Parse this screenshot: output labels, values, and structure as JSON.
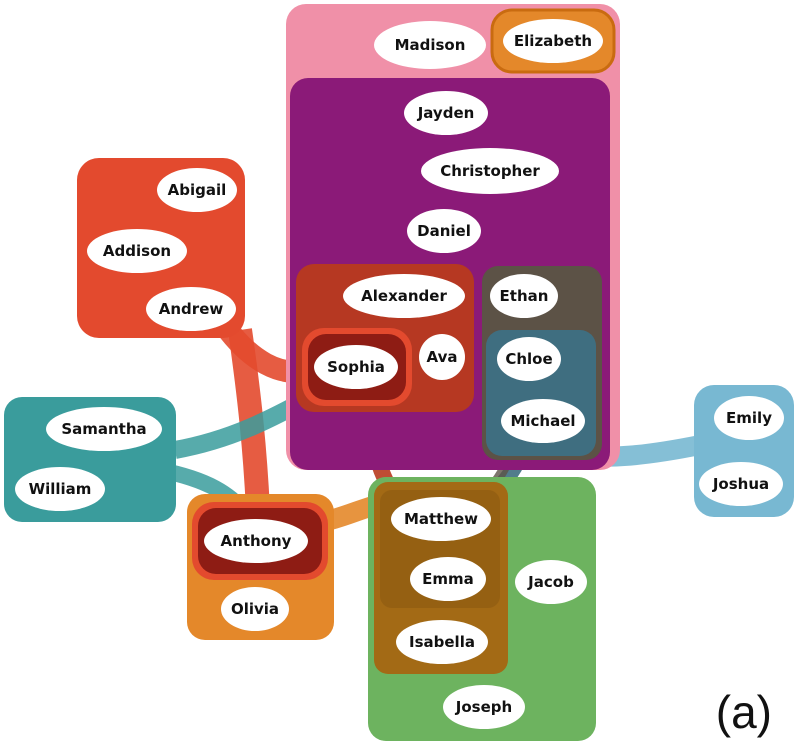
{
  "panel_label": "(a)",
  "colors": {
    "pink": "#F090A8",
    "purple": "#8B1A78",
    "orange_red": "#E34A2E",
    "brick": "#B83A1E",
    "dark_olive": "#5C5246",
    "slate_teal": "#3F6E80",
    "teal": "#3A9C9C",
    "orange": "#E4882A",
    "dark_red": "#8E1C14",
    "green": "#6DB35F",
    "brown": "#A36A15",
    "light_blue": "#78B8D2",
    "node_fill": "#FFFFFF"
  },
  "sets": [
    {
      "id": "pink-set",
      "members": [
        "Madison",
        "Elizabeth",
        "Jayden",
        "Christopher",
        "Daniel",
        "Alexander",
        "Ava",
        "Ethan",
        "Chloe",
        "Michael"
      ]
    },
    {
      "id": "elizabeth-set",
      "members": [
        "Elizabeth"
      ]
    },
    {
      "id": "purple-set",
      "members": [
        "Jayden",
        "Christopher",
        "Daniel",
        "Alexander",
        "Ava",
        "Ethan",
        "Chloe",
        "Michael"
      ]
    },
    {
      "id": "red-set",
      "members": [
        "Abigail",
        "Addison",
        "Andrew",
        "Sophia",
        "Anthony"
      ]
    },
    {
      "id": "brick-set",
      "members": [
        "Alexander",
        "Ava",
        "Sophia",
        "Matthew"
      ]
    },
    {
      "id": "olive-set",
      "members": [
        "Ethan",
        "Chloe",
        "Michael",
        "Matthew"
      ]
    },
    {
      "id": "slate-set",
      "members": [
        "Chloe",
        "Michael",
        "Matthew"
      ]
    },
    {
      "id": "teal-set",
      "members": [
        "Samantha",
        "William",
        "Sophia",
        "Anthony"
      ]
    },
    {
      "id": "orange-set",
      "members": [
        "Anthony",
        "Olivia",
        "Matthew"
      ]
    },
    {
      "id": "green-set",
      "members": [
        "Matthew",
        "Emma",
        "Isabella",
        "Jacob",
        "Joseph"
      ]
    },
    {
      "id": "brown-set",
      "members": [
        "Matthew",
        "Emma",
        "Isabella"
      ]
    },
    {
      "id": "blue-set",
      "members": [
        "Emily",
        "Joshua",
        "Michael"
      ]
    },
    {
      "id": "darkred-set",
      "members": [
        "Sophia",
        "Anthony"
      ]
    }
  ],
  "nodes": [
    {
      "name": "Madison"
    },
    {
      "name": "Elizabeth"
    },
    {
      "name": "Jayden"
    },
    {
      "name": "Christopher"
    },
    {
      "name": "Daniel"
    },
    {
      "name": "Alexander"
    },
    {
      "name": "Ava"
    },
    {
      "name": "Ethan"
    },
    {
      "name": "Chloe"
    },
    {
      "name": "Michael"
    },
    {
      "name": "Abigail"
    },
    {
      "name": "Addison"
    },
    {
      "name": "Andrew"
    },
    {
      "name": "Sophia"
    },
    {
      "name": "Samantha"
    },
    {
      "name": "William"
    },
    {
      "name": "Anthony"
    },
    {
      "name": "Olivia"
    },
    {
      "name": "Matthew"
    },
    {
      "name": "Emma"
    },
    {
      "name": "Isabella"
    },
    {
      "name": "Jacob"
    },
    {
      "name": "Joseph"
    },
    {
      "name": "Emily"
    },
    {
      "name": "Joshua"
    }
  ]
}
